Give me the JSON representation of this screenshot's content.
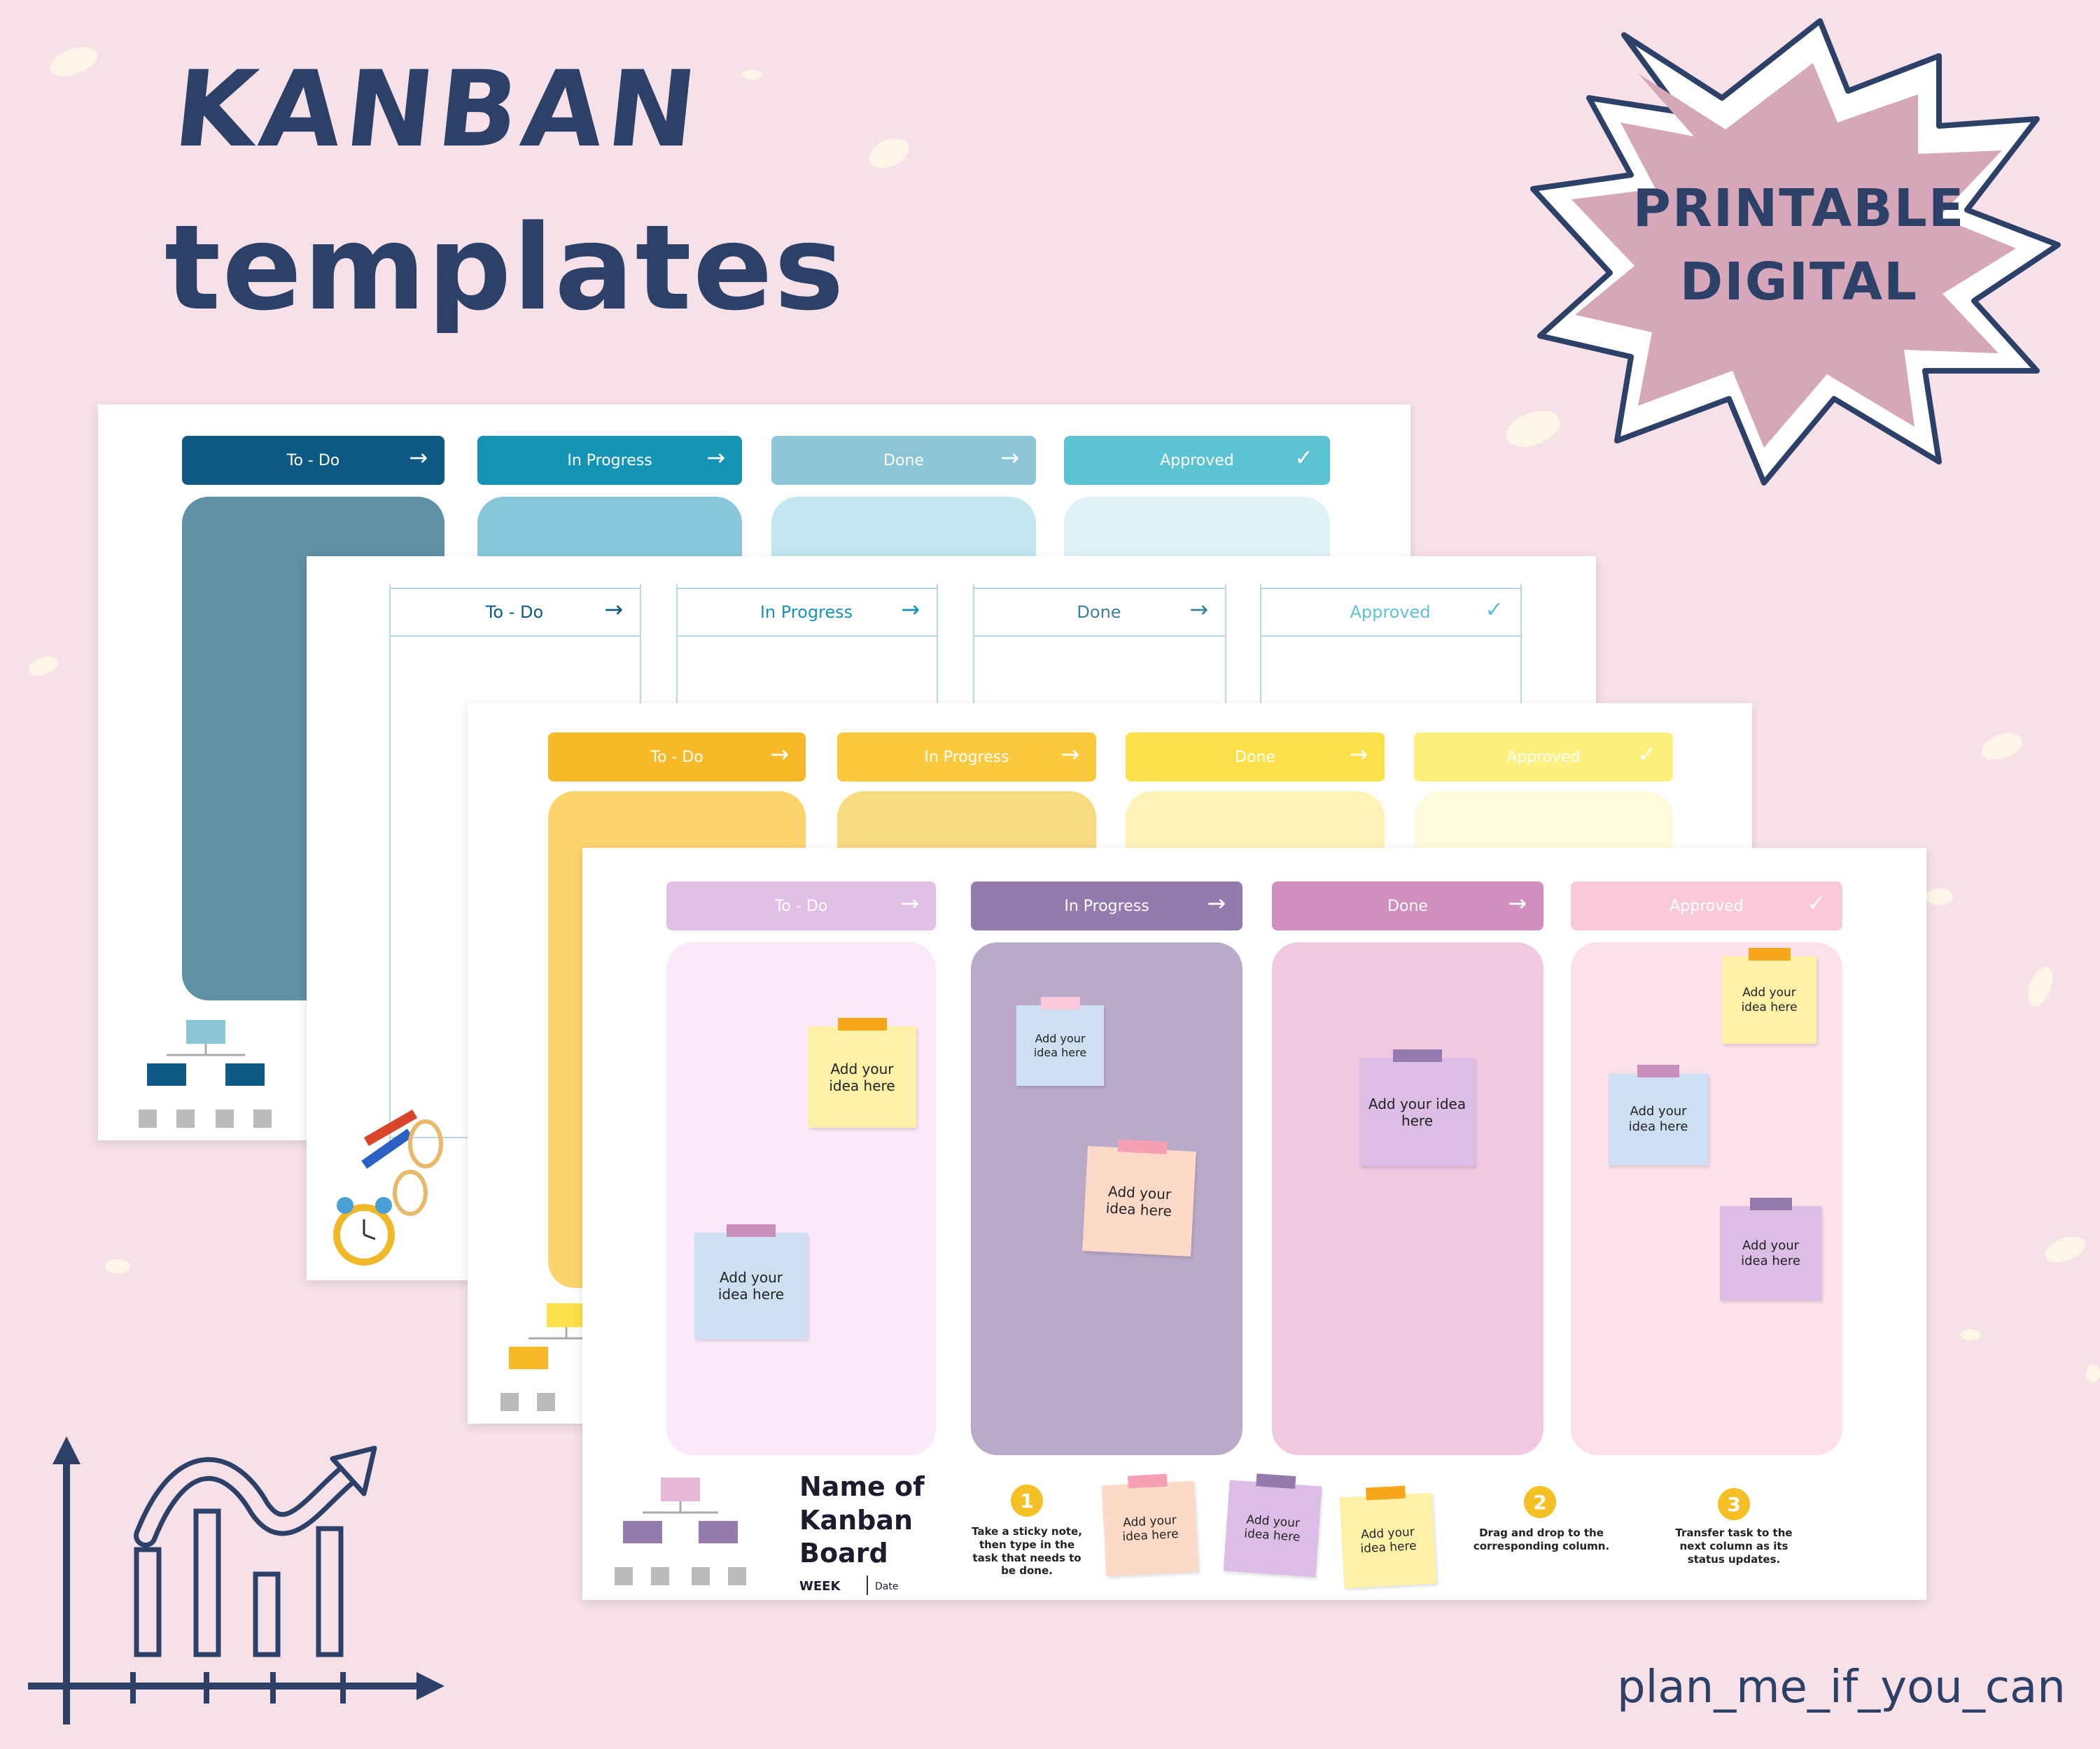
{
  "title": {
    "line1": "KANBAN",
    "line2": "templates"
  },
  "badge": {
    "line1": "PRINTABLE",
    "line2": "DIGITAL"
  },
  "brand": "plan_me_if_you_can",
  "columns": {
    "todo": "To - Do",
    "progress": "In Progress",
    "done": "Done",
    "approved": "Approved"
  },
  "icons": {
    "arrow": "→",
    "check": "✓"
  },
  "notes": {
    "idea": "Add your idea here"
  },
  "board": {
    "name": "Name of Kanban Board",
    "week": "WEEK",
    "date": "Date"
  },
  "steps": [
    {
      "num": "1",
      "text": "Take a sticky note, then type in the task that needs to be done."
    },
    {
      "num": "2",
      "text": "Drag and drop to the corresponding column."
    },
    {
      "num": "3",
      "text": "Transfer task to the next column as its status updates."
    }
  ],
  "colors": {
    "navy": "#2c4068",
    "background": "#f6e1e8",
    "badge": "#d5a7b9",
    "blue_dark": "#0e5a84",
    "blue_mid": "#1594b6",
    "blue_light": "#8cc5d6",
    "blue_teal": "#5cc3d3",
    "yellow_1": "#f7b928",
    "yellow_2": "#fac93e",
    "yellow_3": "#fce04a",
    "yellow_4": "#fdf07c",
    "lav": "#e1bfe6",
    "purple": "#957bad",
    "pink": "#d18fbf",
    "rose": "#f9c9da"
  }
}
